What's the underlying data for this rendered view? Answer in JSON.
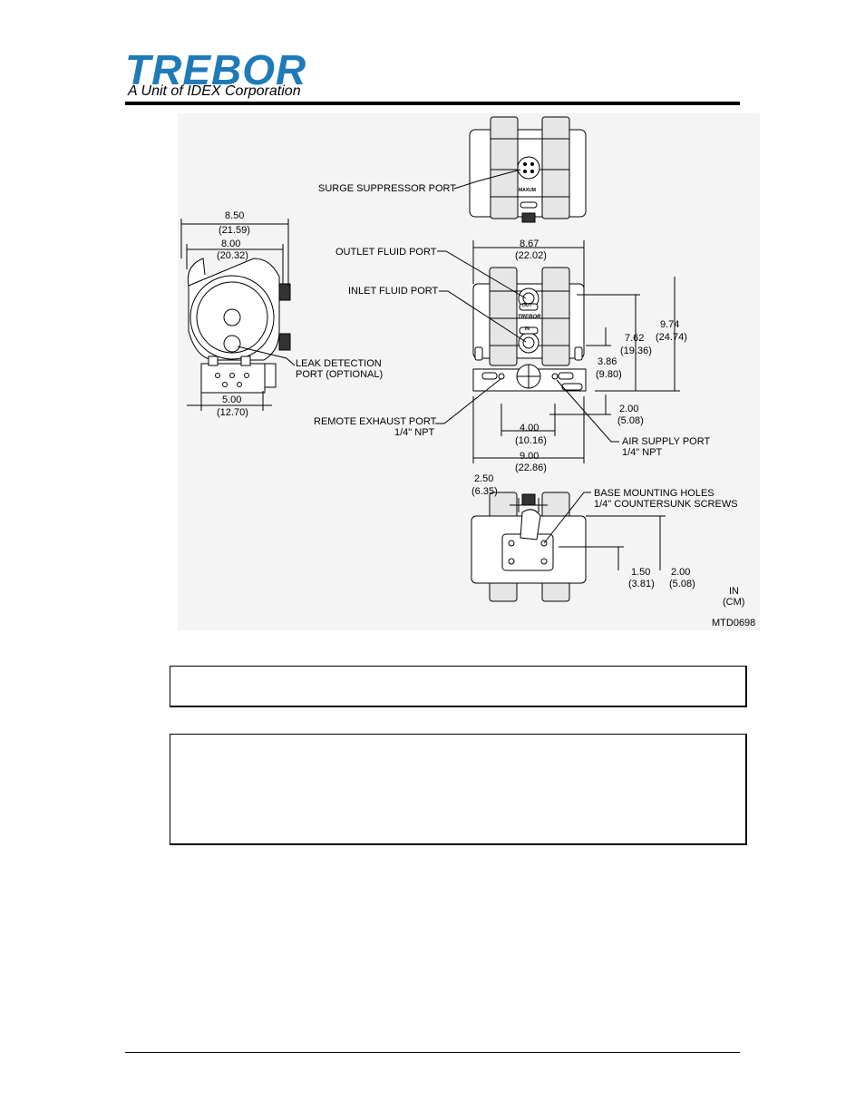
{
  "header": {
    "logo_word": "TREBOR",
    "logo_subtitle": "A Unit of IDEX Corporation"
  },
  "drawing": {
    "labels": {
      "surge_suppressor": "SURGE SUPPRESSOR PORT",
      "outlet_fluid": "OUTLET FLUID PORT",
      "inlet_fluid": "INLET FLUID PORT",
      "leak_detection_1": "LEAK DETECTION",
      "leak_detection_2": "PORT (OPTIONAL)",
      "remote_exhaust_1": "REMOTE EXHAUST PORT",
      "remote_exhaust_2": "1/4\" NPT",
      "air_supply_1": "AIR SUPPLY PORT",
      "air_supply_2": "1/4\" NPT",
      "base_mount_1": "BASE MOUNTING HOLES",
      "base_mount_2": "1/4\" COUNTERSUNK SCREWS",
      "units_1": "IN",
      "units_2": "(CM)",
      "drawing_id": "MTD0698"
    },
    "dims": {
      "d850": "8.50",
      "d850cm": "(21.59)",
      "d800": "8.00",
      "d800cm": "(20.32)",
      "d500": "5.00",
      "d500cm": "(12.70)",
      "d867": "8.67",
      "d867cm": "(22.02)",
      "d974": "9.74",
      "d974cm": "(24.74)",
      "d762": "7.62",
      "d762cm": "(19.36)",
      "d386": "3.86",
      "d386cm": "(9.80)",
      "d200a": "2.00",
      "d200acm": "(5.08)",
      "d400": "4.00",
      "d400cm": "(10.16)",
      "d900": "9.00",
      "d900cm": "(22.86)",
      "d250": "2.50",
      "d250cm": "(6.35)",
      "d150": "1.50",
      "d150cm": "(3.81)",
      "d200b": "2.00",
      "d200bcm": "(5.08)"
    },
    "pump_marks": {
      "out": "OUT",
      "in": "IN",
      "brand": "TREBOR",
      "model": "MAXUM"
    }
  },
  "colors": {
    "brand_blue": "#1f7ab8",
    "drawing_bg": "#f4f4f4"
  }
}
